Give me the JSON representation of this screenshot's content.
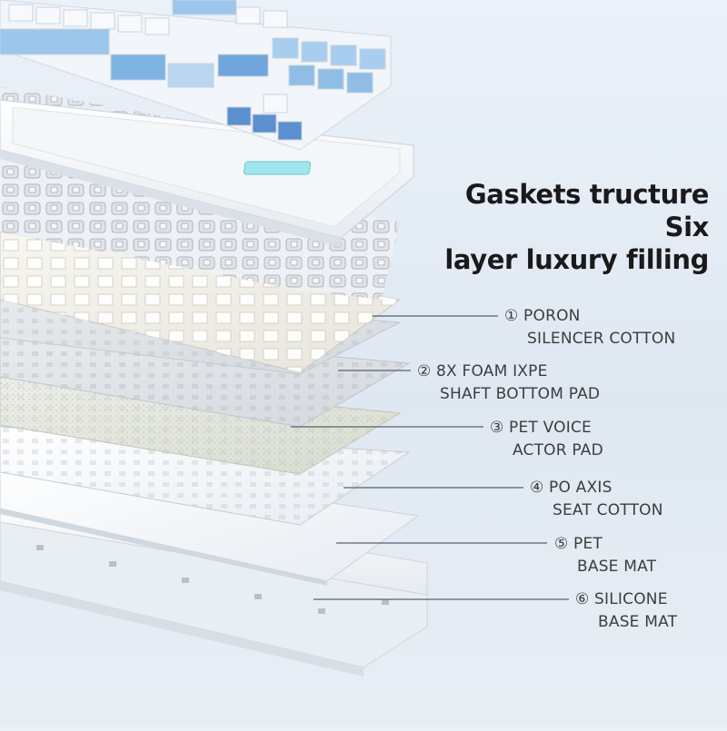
{
  "headline": {
    "line1": "Gaskets tructure Six",
    "line2": "layer luxury filling"
  },
  "layers": [
    {
      "line1": "① PORON",
      "line2": "SILENCER COTTON"
    },
    {
      "line1": "② 8X FOAM IXPE",
      "line2": "SHAFT BOTTOM PAD"
    },
    {
      "line1": "③ PET VOICE",
      "line2": "ACTOR PAD"
    },
    {
      "line1": "④ PO AXIS",
      "line2": "SEAT COTTON"
    },
    {
      "line1": "⑤ PET",
      "line2": "BASE MAT"
    },
    {
      "line1": "⑥ SILICONE",
      "line2": "BASE MAT"
    }
  ],
  "colors": {
    "background": "#e4ecf4",
    "keycap_blue": "#8fbde6",
    "keycap_white": "#f4f7fb",
    "foam_gray": "#d9dde2",
    "text": "#3d3d3d",
    "headline": "#1a1a1a"
  }
}
